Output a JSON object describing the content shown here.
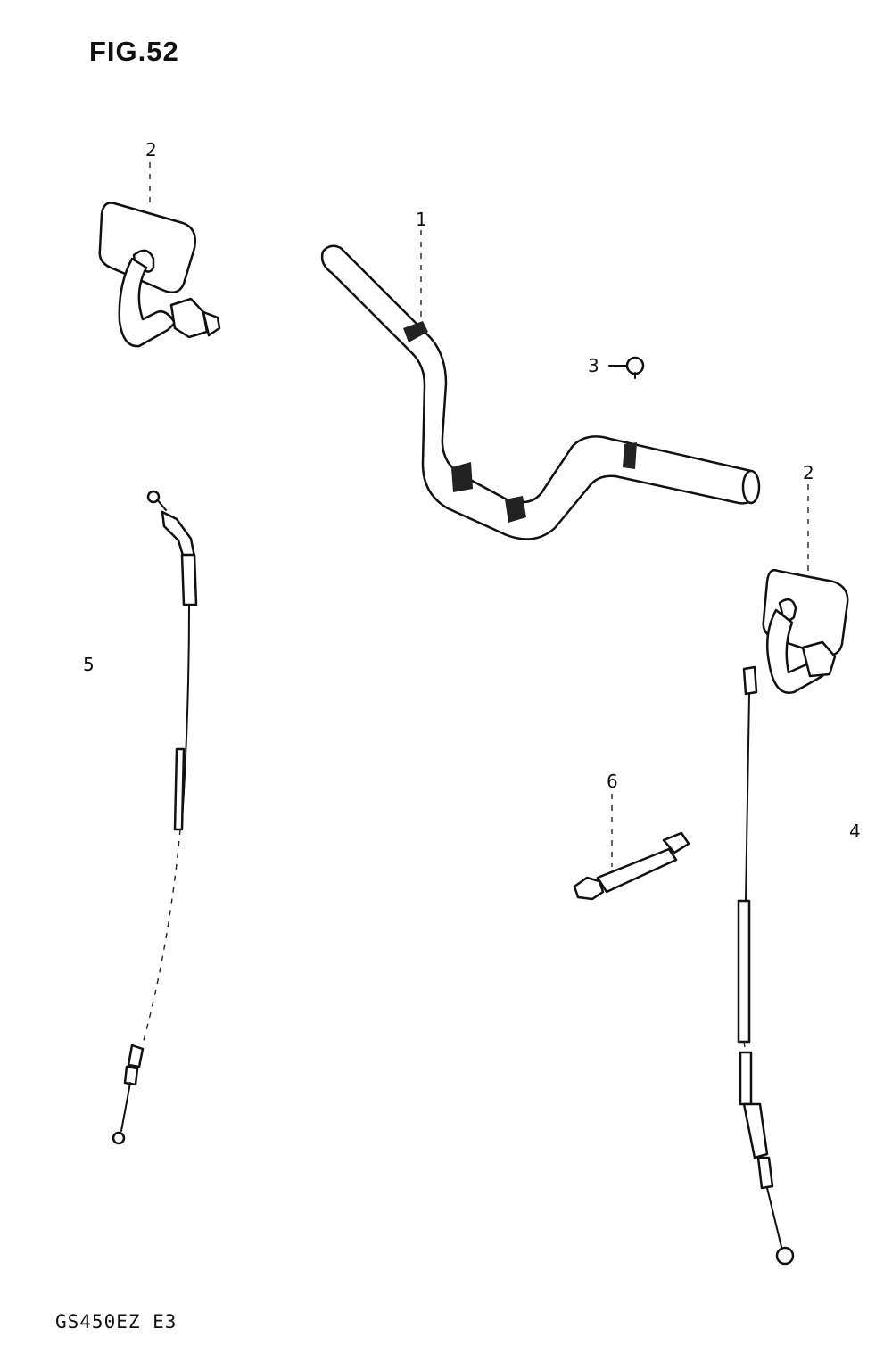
{
  "figure": {
    "title": "FIG.52"
  },
  "callouts": {
    "handlebar": "1",
    "mirror_left": "2",
    "mirror_right": "2",
    "bolt": "3",
    "cable_right": "4",
    "cable_left": "5",
    "grip_switch": "6"
  },
  "footer": {
    "model": "GS450EZ E3"
  }
}
